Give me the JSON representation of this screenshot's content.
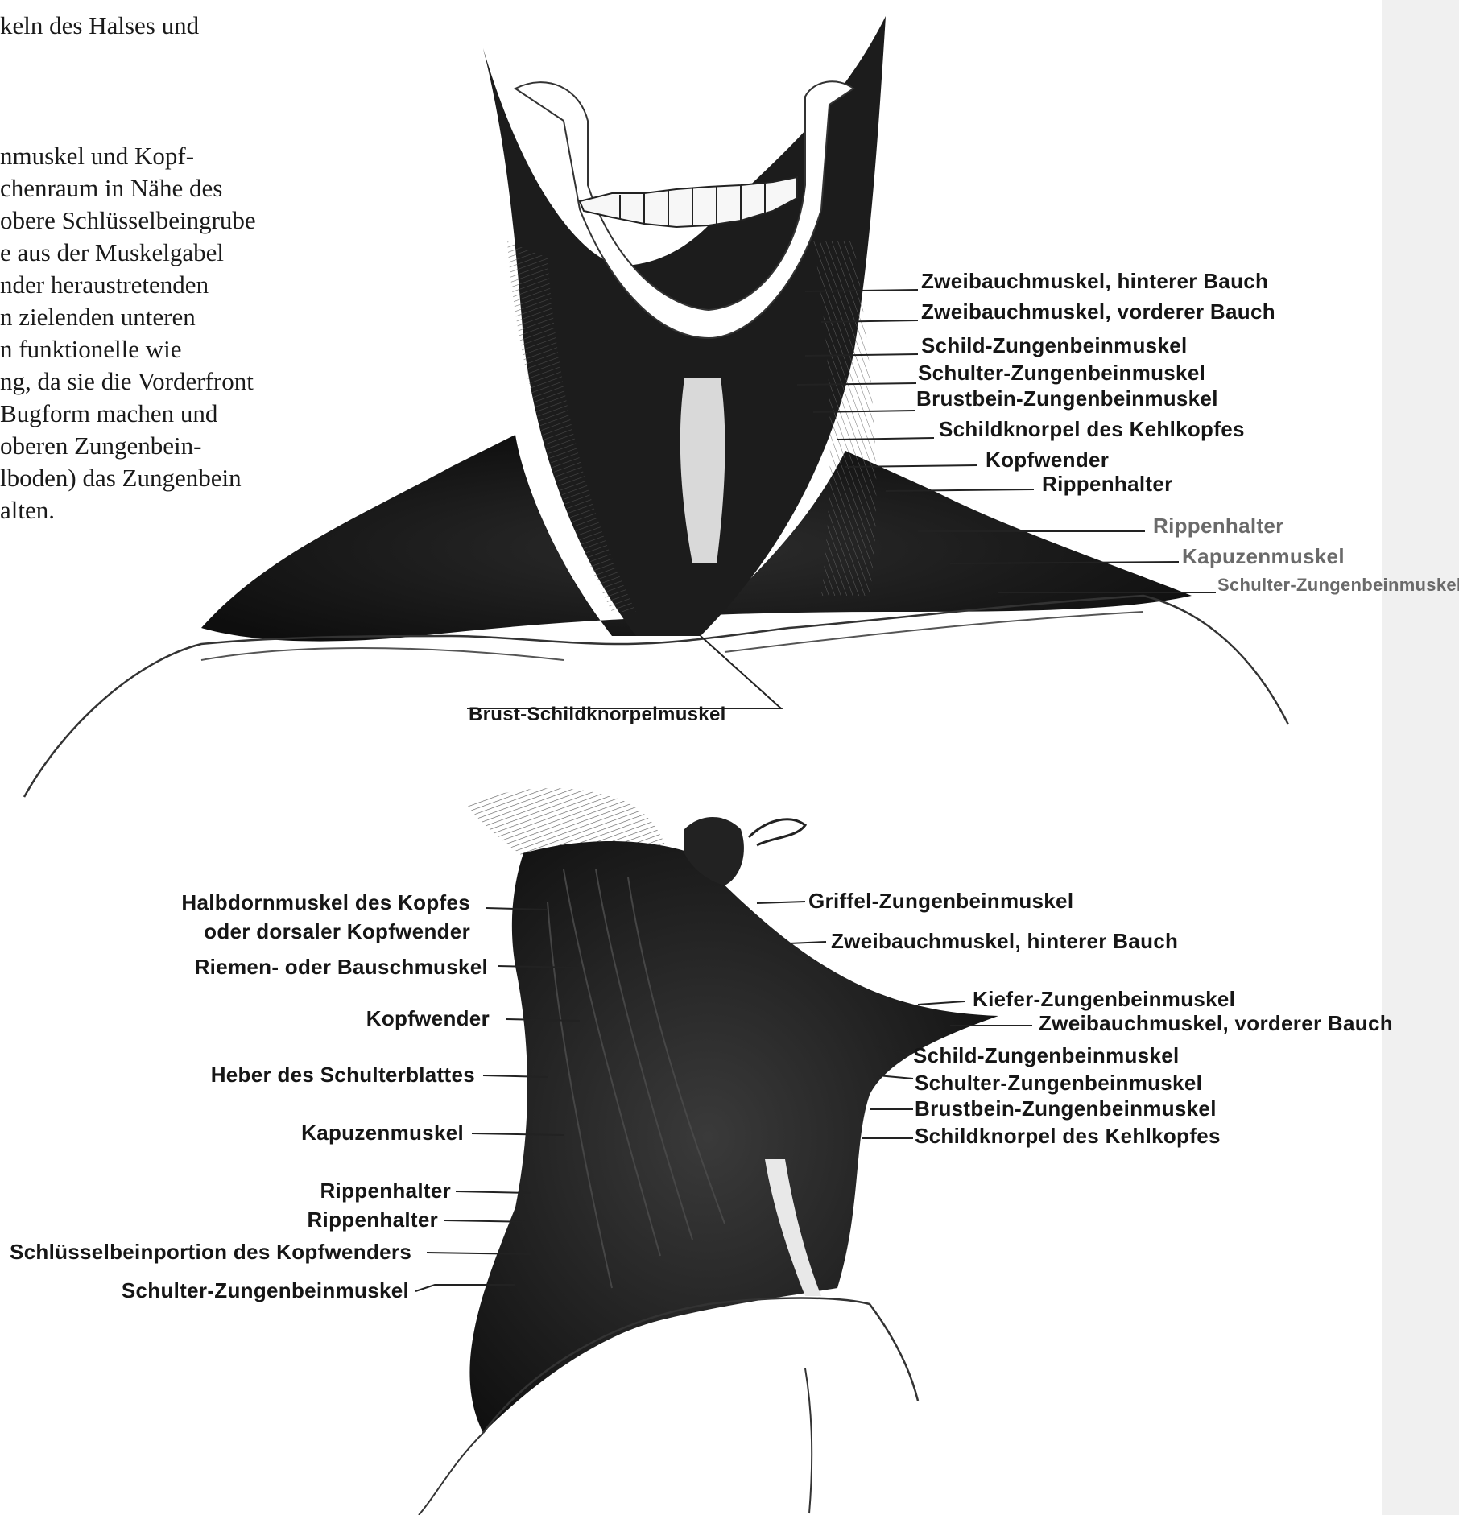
{
  "body_text": {
    "line1": "keln des Halses und",
    "line2": "nmuskel und Kopf-",
    "line3": "chenraum in Nähe des",
    "line4": "obere Schlüsselbeingrube",
    "line5": "e aus der Muskelgabel",
    "line6": "nder heraustretenden",
    "line7": "n zielenden unteren",
    "line8": "n funktionelle wie",
    "line9": "ng, da sie die Vorderfront",
    "line10": "Bugform machen und",
    "line11": "oberen Zungenbein-",
    "line12": "lboden) das Zungenbein",
    "line13": "alten."
  },
  "top_figure": {
    "labels": {
      "l1": "Zweibauchmuskel, hinterer Bauch",
      "l2": "Zweibauchmuskel, vorderer Bauch",
      "l3": "Schild-Zungenbeinmuskel",
      "l4": "Schulter-Zungenbeinmuskel",
      "l5": "Brustbein-Zungenbeinmuskel",
      "l6": "Schildknorpel des Kehlkopfes",
      "l7": "Kopfwender",
      "l8": "Rippenhalter",
      "l9": "Rippenhalter",
      "l10": "Kapuzenmuskel",
      "l11": "Schulter-Zungenbeinmuskel",
      "l12": "Brust-Schildknorpelmuskel"
    }
  },
  "bottom_figure": {
    "left_labels": {
      "l1": "Halbdornmuskel des Kopfes",
      "l2": "oder dorsaler Kopfwender",
      "l3": "Riemen- oder Bauschmuskel",
      "l4": "Kopfwender",
      "l5": "Heber des Schulterblattes",
      "l6": "Kapuzenmuskel",
      "l7": "Rippenhalter",
      "l8": "Rippenhalter",
      "l9": "Schlüsselbeinportion des Kopfwenders",
      "l10": "Schulter-Zungenbeinmuskel"
    },
    "right_labels": {
      "r1": "Griffel-Zungenbeinmuskel",
      "r2": "Zweibauchmuskel, hinterer Bauch",
      "r3": "Kiefer-Zungenbeinmuskel",
      "r4": "Zweibauchmuskel, vorderer Bauch",
      "r5": "Schild-Zungenbeinmuskel",
      "r6": "Schulter-Zungenbeinmuskel",
      "r7": "Brustbein-Zungenbeinmuskel",
      "r8": "Schildknorpel des Kehlkopfes"
    }
  }
}
